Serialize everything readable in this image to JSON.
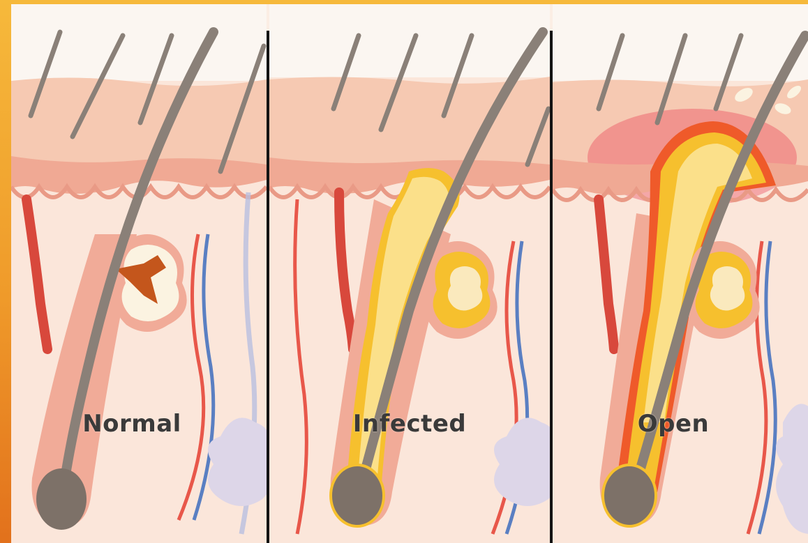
{
  "panels": [
    {
      "id": "normal",
      "label": "Normal"
    },
    {
      "id": "infected",
      "label": "Infected"
    },
    {
      "id": "open",
      "label": "Open"
    }
  ],
  "colors": {
    "frame": "#f3a533",
    "skin": "#f7cbb4",
    "epidermis": "#f2b59e",
    "dermis": "#fbe3d5",
    "hair": "#8a8078",
    "pus": "#f6c02e",
    "inflammation": "#e8324a",
    "sebum": "#c4561c",
    "artery": "#e8574a",
    "vein": "#5a7fc2",
    "fat": "#ddd6e8"
  }
}
